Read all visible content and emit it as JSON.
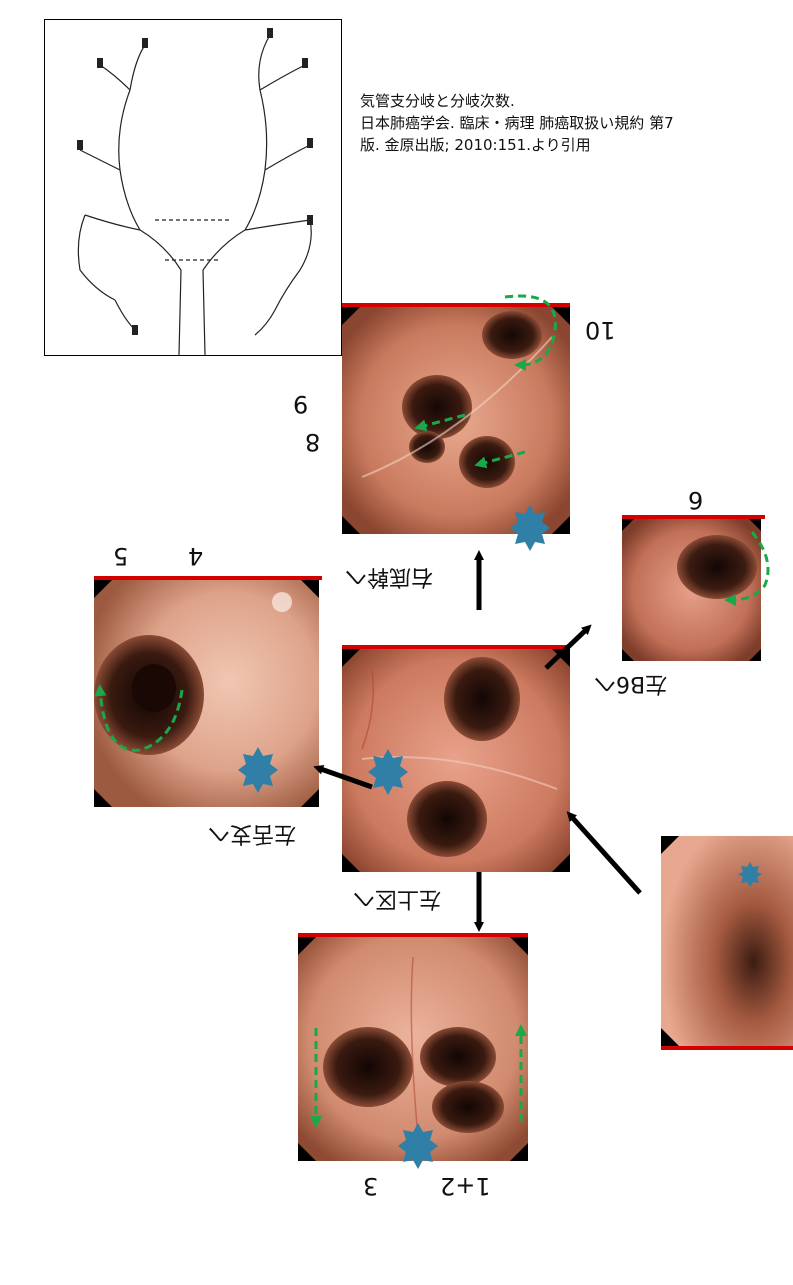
{
  "citation": {
    "line1": "気管支分岐と分岐次数.",
    "line2": "日本肺癌学会. 臨床・病理 肺癌取扱い規約 第7",
    "line3": "版. 金原出版; 2010:151.より引用"
  },
  "labels": {
    "right_basal": "右底幹へ",
    "left_b6": "左B6へ",
    "middle_lobe": "左舌支へ",
    "upper_lobe": "左上区へ"
  },
  "numbers": {
    "n10": "10",
    "n9": "9",
    "n8": "8",
    "n6": "6",
    "n5": "5",
    "n4": "4",
    "n3": "3",
    "n1p2": "1+2"
  },
  "colors": {
    "red_line": "#d40000",
    "green_arrow": "#1aa84a",
    "star_blue": "#2f7fa6",
    "mucosa": "#d9917a"
  }
}
